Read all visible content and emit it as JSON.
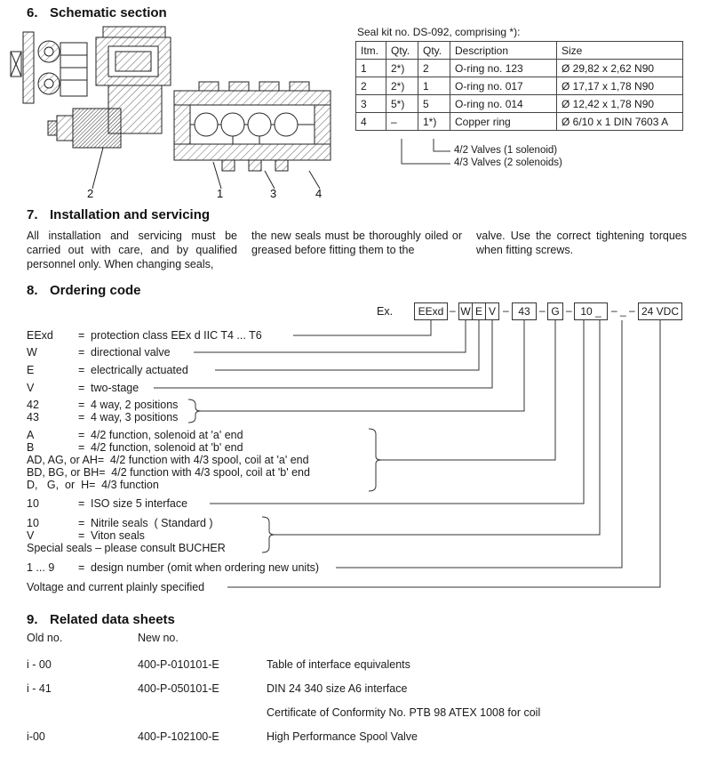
{
  "sections": {
    "schematic": {
      "num": "6.",
      "title": "Schematic section"
    },
    "installation": {
      "num": "7.",
      "title": "Installation and servicing"
    },
    "ordering": {
      "num": "8.",
      "title": "Ordering code"
    },
    "related": {
      "num": "9.",
      "title": "Related data sheets"
    }
  },
  "schematic": {
    "labels": [
      "2",
      "1",
      "3",
      "4"
    ]
  },
  "seal_kit": {
    "caption": "Seal kit no. DS-092, comprising *):",
    "headers": [
      "Itm.",
      "Qty.",
      "Qty.",
      "Description",
      "Size"
    ],
    "rows": [
      {
        "itm": "1",
        "qty1": "2*)",
        "qty2": "2",
        "desc": "O-ring no. 123",
        "size": "Ø 29,82 x 2,62 N90"
      },
      {
        "itm": "2",
        "qty1": "2*)",
        "qty2": "1",
        "desc": "O-ring no. 017",
        "size": "Ø 17,17 x 1,78 N90"
      },
      {
        "itm": "3",
        "qty1": "5*)",
        "qty2": "5",
        "desc": "O-ring no. 014",
        "size": "Ø 12,42 x 1,78 N90"
      },
      {
        "itm": "4",
        "qty1": "–",
        "qty2": "1*)",
        "desc": "Copper ring",
        "size": "Ø 6/10 x 1 DIN 7603 A"
      }
    ],
    "callouts": [
      "4/2 Valves (1 solenoid)",
      "4/3 Valves (2 solenoids)"
    ]
  },
  "installation": {
    "col1": "All installation and servicing  must be carried out with care, and by qualified personnel only. When changing seals,",
    "col2": "the new seals must be thoroughly oiled or greased before fitting them to the",
    "col3": "valve.  Use  the  correct  tightening torques when fitting screws."
  },
  "ordering": {
    "example_label": "Ex.",
    "dash": "–",
    "boxes": {
      "protection": "EExd",
      "valve": "W",
      "actuation": "E",
      "stage": "V",
      "ways": "43",
      "function": "G",
      "interface_seals": "10 _",
      "mid": "– _ –",
      "voltage": "24 VDC"
    },
    "legend": [
      {
        "code": "EExd",
        "eq": "=",
        "desc": "protection class EEx d IIC T4 ... T6"
      },
      {
        "code": "W",
        "eq": "=",
        "desc": "directional valve"
      },
      {
        "code": "E",
        "eq": "=",
        "desc": "electrically actuated"
      },
      {
        "code": "V",
        "eq": "=",
        "desc": "two-stage"
      },
      {
        "code": "42",
        "eq": "=",
        "desc": "4 way, 2 positions"
      },
      {
        "code": "43",
        "eq": "=",
        "desc": "4 way, 3 positions"
      },
      {
        "code": "A",
        "eq": "=",
        "desc": "4/2 function, solenoid at 'a' end"
      },
      {
        "code": "B",
        "eq": "=",
        "desc": "4/2 function, solenoid at 'b' end"
      },
      {
        "code": "AD, AG, or AH",
        "eq": "=",
        "desc": "4/2 function with 4/3 spool, coil at 'a' end"
      },
      {
        "code": "BD, BG, or BH",
        "eq": "=",
        "desc": "4/2 function with 4/3 spool, coil at 'b' end"
      },
      {
        "code": "D,   G,  or  H",
        "eq": "=",
        "desc": "4/3 function"
      },
      {
        "code": "10",
        "eq": "=",
        "desc": "ISO size 5 interface"
      },
      {
        "code": "10",
        "eq": "=",
        "desc": "Nitrile seals  ( Standard )"
      },
      {
        "code": "V",
        "eq": "=",
        "desc": "Viton seals"
      },
      {
        "code": "Special seals – please consult BUCHER",
        "eq": "",
        "desc": ""
      },
      {
        "code": "1 ... 9",
        "eq": "=",
        "desc": "design number (omit when ordering new units)"
      },
      {
        "code": "Voltage and current plainly specified",
        "eq": "",
        "desc": ""
      }
    ]
  },
  "related": {
    "col_headers": {
      "old": "Old no.",
      "new": "New no."
    },
    "rows": [
      {
        "old": "i - 00",
        "new": "400-P-010101-E",
        "desc": "Table of interface equivalents"
      },
      {
        "old": "i - 41",
        "new": "400-P-050101-E",
        "desc": "DIN 24 340 size A6 interface"
      },
      {
        "old": "",
        "new": "",
        "desc": "Certificate of Conformity No. PTB 98 ATEX 1008 for coil"
      },
      {
        "old": "i-00",
        "new": "400-P-102100-E",
        "desc": "High Performance Spool Valve"
      }
    ]
  }
}
